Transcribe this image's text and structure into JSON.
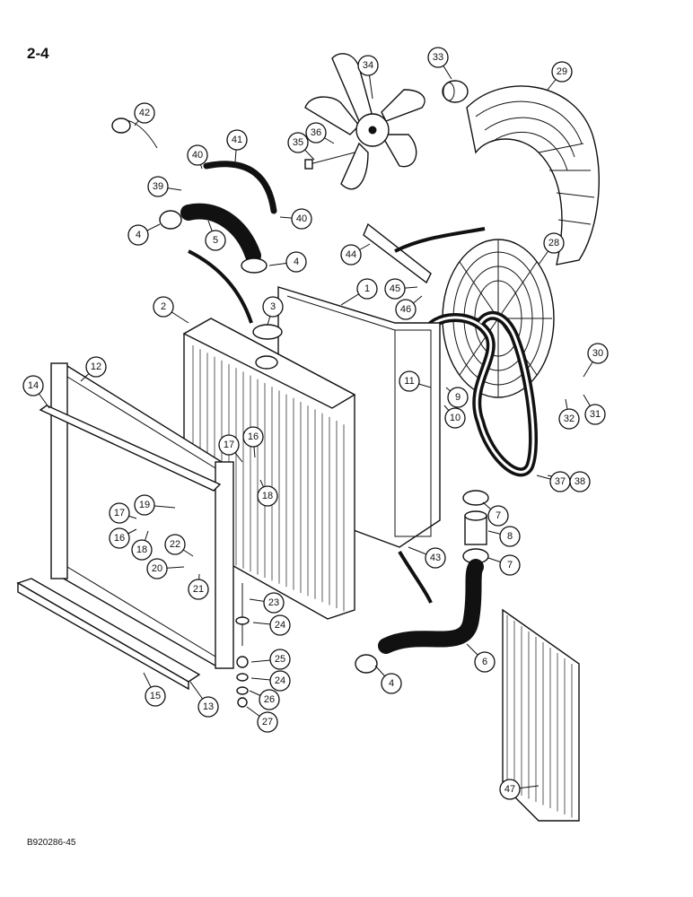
{
  "page": {
    "number": "2-4",
    "figure_code": "B920286-45"
  },
  "callouts": [
    {
      "label": "1"
    },
    {
      "label": "2"
    },
    {
      "label": "3"
    },
    {
      "label": "4"
    },
    {
      "label": "4"
    },
    {
      "label": "4"
    },
    {
      "label": "5"
    },
    {
      "label": "6"
    },
    {
      "label": "7"
    },
    {
      "label": "7"
    },
    {
      "label": "8"
    },
    {
      "label": "9"
    },
    {
      "label": "10"
    },
    {
      "label": "11"
    },
    {
      "label": "12"
    },
    {
      "label": "13"
    },
    {
      "label": "14"
    },
    {
      "label": "15"
    },
    {
      "label": "16"
    },
    {
      "label": "16"
    },
    {
      "label": "17"
    },
    {
      "label": "17"
    },
    {
      "label": "18"
    },
    {
      "label": "18"
    },
    {
      "label": "19"
    },
    {
      "label": "20"
    },
    {
      "label": "21"
    },
    {
      "label": "22"
    },
    {
      "label": "23"
    },
    {
      "label": "24"
    },
    {
      "label": "24"
    },
    {
      "label": "25"
    },
    {
      "label": "26"
    },
    {
      "label": "27"
    },
    {
      "label": "28"
    },
    {
      "label": "29"
    },
    {
      "label": "30"
    },
    {
      "label": "31"
    },
    {
      "label": "32"
    },
    {
      "label": "33"
    },
    {
      "label": "34"
    },
    {
      "label": "35"
    },
    {
      "label": "36"
    },
    {
      "label": "37"
    },
    {
      "label": "38"
    },
    {
      "label": "39"
    },
    {
      "label": "40"
    },
    {
      "label": "40"
    },
    {
      "label": "41"
    },
    {
      "label": "42"
    },
    {
      "label": "43"
    },
    {
      "label": "44"
    },
    {
      "label": "45"
    },
    {
      "label": "46"
    },
    {
      "label": "47"
    }
  ]
}
